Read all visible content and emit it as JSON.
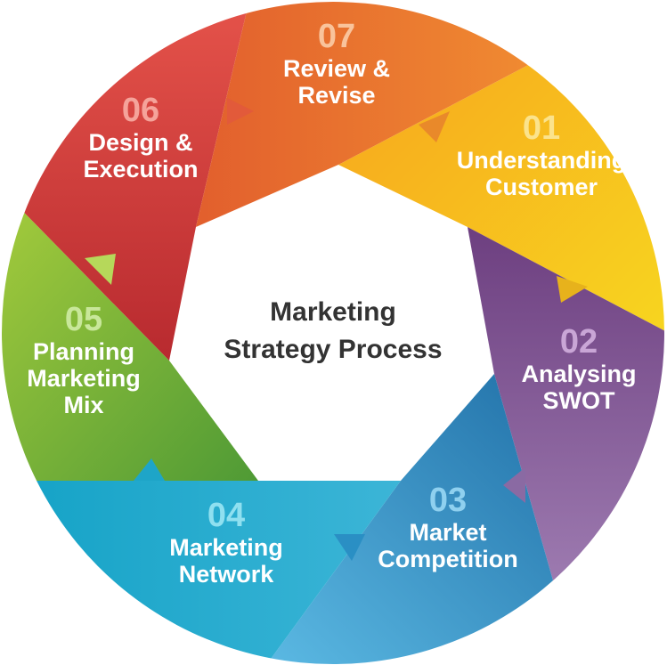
{
  "title": "Marketing\nStrategy Process",
  "steps": [
    {
      "num": "01",
      "label": "Understanding\nCustomer",
      "color": "#f4b41d",
      "numColor": "#fbe38c"
    },
    {
      "num": "02",
      "label": "Analysing\nSWOT",
      "color": "#7d4f8f",
      "numColor": "#c9a6d6"
    },
    {
      "num": "03",
      "label": "Market\nCompetition",
      "color": "#2c82b8",
      "numColor": "#8fd0ef"
    },
    {
      "num": "04",
      "label": "Marketing\nNetwork",
      "color": "#1ea5c8",
      "numColor": "#8fe0f0"
    },
    {
      "num": "05",
      "label": "Planning\nMarketing\nMix",
      "color": "#7cb83a",
      "numColor": "#c8e79a"
    },
    {
      "num": "06",
      "label": "Design &\nExecution",
      "color": "#d63c38",
      "numColor": "#f5a39a"
    },
    {
      "num": "07",
      "label": "Review &\nRevise",
      "color": "#ef7a2c",
      "numColor": "#f9c39b"
    }
  ]
}
